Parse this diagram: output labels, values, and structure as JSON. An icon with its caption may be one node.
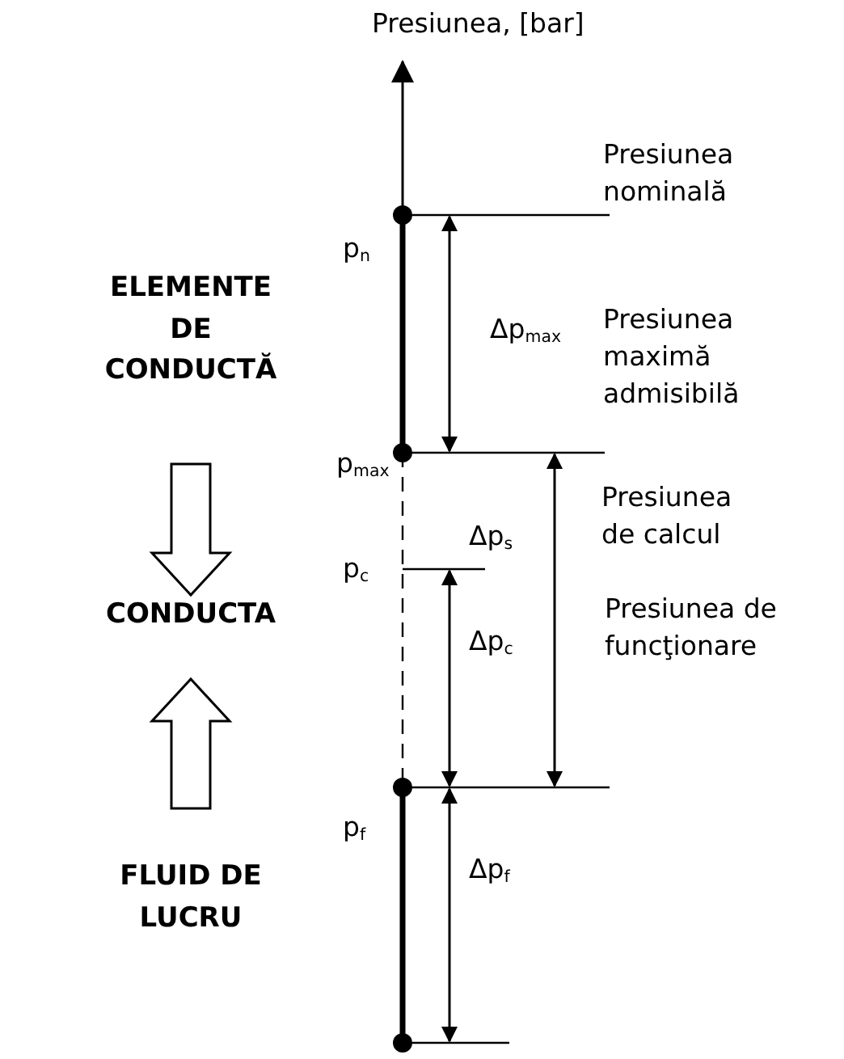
{
  "diagram": {
    "nodes": [
      {
        "text": [
          "ELEMENTE DE CONDUCTĂ"
        ]
      },
      {
        "text": [
          "CONDUCTA"
        ]
      },
      {
        "text": [
          "FLUID DE LUCRU"
        ]
      }
    ],
    "edges": [
      {
        "from": 0,
        "to": 1,
        "arrow": "to"
      },
      {
        "from": 2,
        "to": 1,
        "arrow": "to"
      }
    ],
    "labels": [
      "Presiunea, [bar]",
      "Presiunea nominală",
      "p$_{n}$",
      "Δp$_{max}$",
      "Presiunea maximă admisibilă",
      "p$_{max}$",
      "Δp$_{s}$",
      "Presiunea de calcul",
      "p$_{c}$",
      "Δp$_{c}$",
      "Presiunea de funcţionare",
      "p$_{f}$",
      "Δp$_{f}$"
    ]
  }
}
